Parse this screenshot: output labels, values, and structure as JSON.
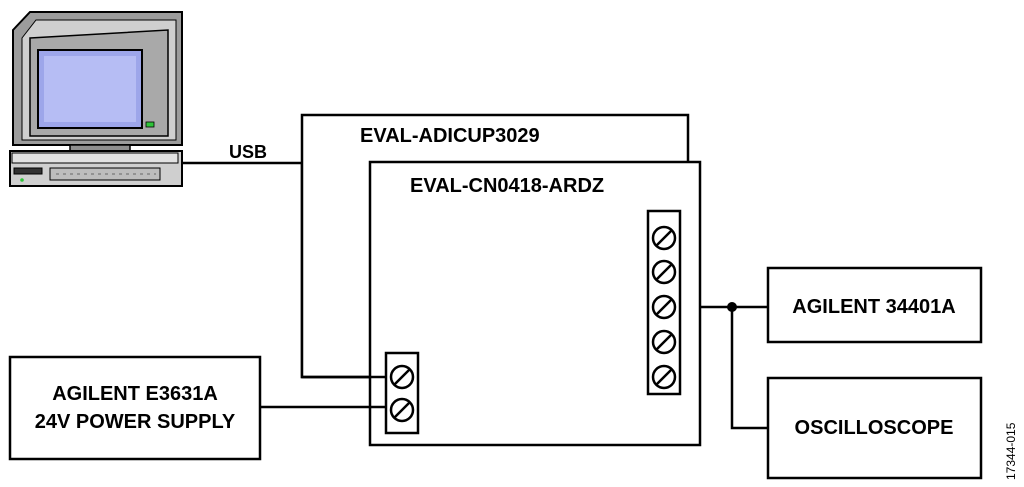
{
  "diagram": {
    "usb_label": "USB",
    "board1_label": "EVAL-ADICUP3029",
    "board2_label": "EVAL-CN0418-ARDZ",
    "power_supply": {
      "line1": "AGILENT E3631A",
      "line2": "24V POWER SUPPLY"
    },
    "multimeter_label": "AGILENT 34401A",
    "oscilloscope_label": "OSCILLOSCOPE",
    "figure_id": "17344-015"
  }
}
